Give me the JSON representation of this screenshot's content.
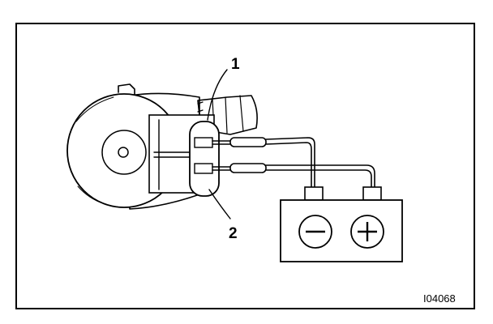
{
  "labels": {
    "callout_1": "1",
    "callout_2": "2"
  },
  "figure_code": "I04068",
  "battery": {
    "negative_icon": "minus-sign",
    "positive_icon": "plus-sign"
  }
}
